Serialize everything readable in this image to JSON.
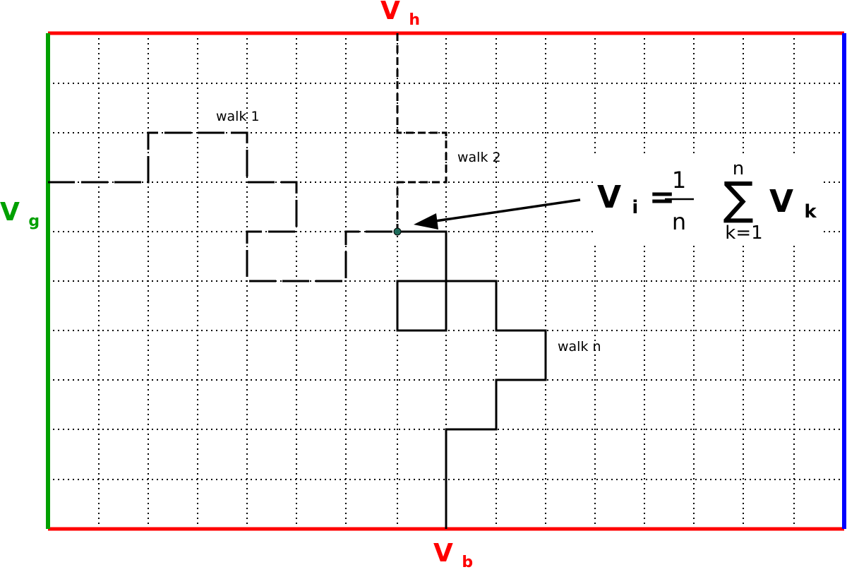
{
  "boundaries": {
    "top": {
      "name": "V",
      "sub": "h",
      "color": "#ff0000"
    },
    "bottom": {
      "name": "V",
      "sub": "b",
      "color": "#ff0000"
    },
    "left": {
      "name": "V",
      "sub": "g",
      "color": "#00a000"
    },
    "right": {
      "color": "#0000ff"
    }
  },
  "walks": [
    {
      "label": "walk 1",
      "style": "long-dash"
    },
    {
      "label": "walk 2",
      "style": "short-dash"
    },
    {
      "label": "walk n",
      "style": "solid"
    }
  ],
  "formula": {
    "lhs_var": "V",
    "lhs_sub": "i",
    "equals": "=",
    "numerator": "1",
    "denominator": "n",
    "sum_symbol": "∑",
    "sum_upper": "n",
    "sum_lower": "k=1",
    "term_var": "V",
    "term_sub": "k"
  },
  "colors": {
    "grid": "#000000",
    "walk": "#000000",
    "start_point": "#1e6b5a"
  }
}
